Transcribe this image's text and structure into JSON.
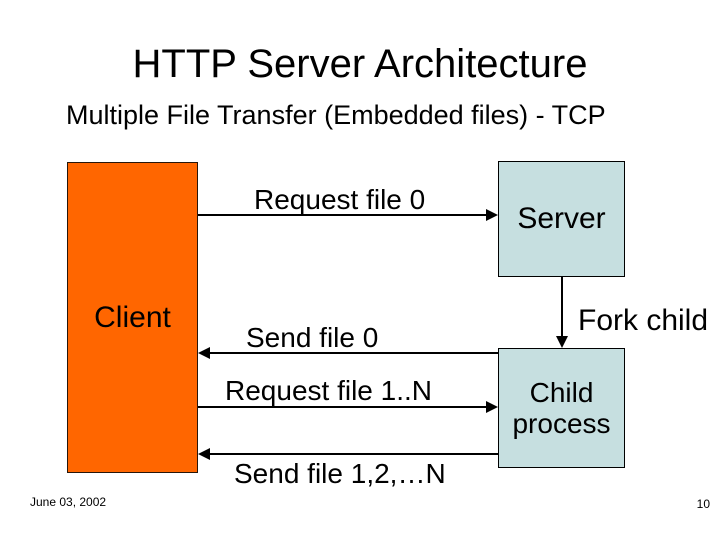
{
  "slide": {
    "title": "HTTP Server Architecture",
    "subtitle": "Multiple File Transfer (Embedded files) - TCP",
    "footer": {
      "date": "June 03, 2002",
      "page_number": "10"
    }
  },
  "diagram": {
    "nodes": [
      {
        "id": "client",
        "label": "Client",
        "fill": "#FF6600"
      },
      {
        "id": "server",
        "label": "Server",
        "fill": "#C6DFE0"
      },
      {
        "id": "child-process",
        "label": "Child process",
        "fill": "#C6DFE0"
      }
    ],
    "arrows": [
      {
        "label": "Request file 0",
        "from": "client",
        "to": "server",
        "direction": "right"
      },
      {
        "label": "Send file 0",
        "from": "child-process",
        "to": "client",
        "direction": "left"
      },
      {
        "label": "Request file 1..N",
        "from": "client",
        "to": "child-process",
        "direction": "right"
      },
      {
        "label": "Send file 1,2,…N",
        "from": "child-process",
        "to": "client",
        "direction": "left"
      },
      {
        "label": "Fork child",
        "from": "server",
        "to": "child-process",
        "direction": "down"
      }
    ],
    "colors": {
      "client_fill": "#FF6600",
      "process_fill": "#C6DFE0",
      "line": "#000000",
      "text": "#000000",
      "background": "#FFFFFF"
    }
  }
}
